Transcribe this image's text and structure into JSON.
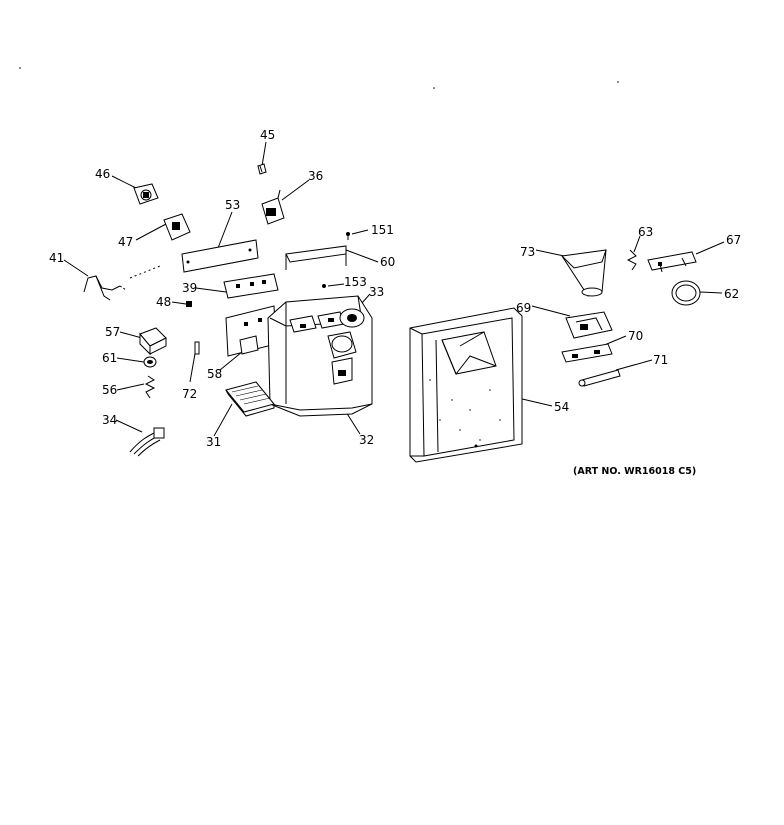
{
  "diagram": {
    "art_number": "(ART NO. WR16018 C5)",
    "callouts": [
      {
        "id": "45",
        "text": "45"
      },
      {
        "id": "46",
        "text": "46"
      },
      {
        "id": "36",
        "text": "36"
      },
      {
        "id": "53",
        "text": "53"
      },
      {
        "id": "47",
        "text": "47"
      },
      {
        "id": "151",
        "text": "151"
      },
      {
        "id": "41",
        "text": "41"
      },
      {
        "id": "60",
        "text": "60"
      },
      {
        "id": "39",
        "text": "39"
      },
      {
        "id": "153",
        "text": "153"
      },
      {
        "id": "33",
        "text": "33"
      },
      {
        "id": "48",
        "text": "48"
      },
      {
        "id": "57",
        "text": "57"
      },
      {
        "id": "61",
        "text": "61"
      },
      {
        "id": "58",
        "text": "58"
      },
      {
        "id": "56",
        "text": "56"
      },
      {
        "id": "72",
        "text": "72"
      },
      {
        "id": "34",
        "text": "34"
      },
      {
        "id": "31",
        "text": "31"
      },
      {
        "id": "32",
        "text": "32"
      },
      {
        "id": "63",
        "text": "63"
      },
      {
        "id": "67",
        "text": "67"
      },
      {
        "id": "73",
        "text": "73"
      },
      {
        "id": "62",
        "text": "62"
      },
      {
        "id": "69",
        "text": "69"
      },
      {
        "id": "70",
        "text": "70"
      },
      {
        "id": "71",
        "text": "71"
      },
      {
        "id": "54",
        "text": "54"
      }
    ]
  }
}
